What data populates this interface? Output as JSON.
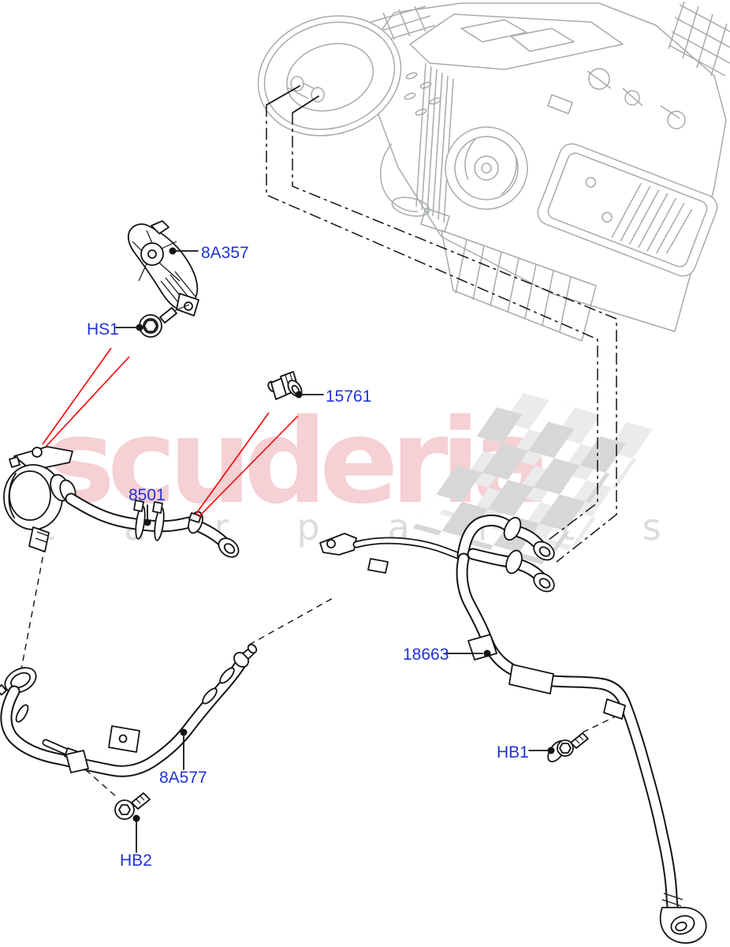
{
  "watermark": {
    "brand": "scuderia",
    "subtitle": "carparts",
    "brand_color": "#f5d0d4",
    "subtitle_color": "#dcdcdc",
    "flag_front_color": "#d7d7d7",
    "flag_back_color": "#ebebeb"
  },
  "diagram": {
    "part_labels": [
      {
        "code": "8A357"
      },
      {
        "code": "HS1"
      },
      {
        "code": "15761"
      },
      {
        "code": "8501"
      },
      {
        "code": "18663"
      },
      {
        "code": "8A577"
      },
      {
        "code": "HB2"
      },
      {
        "code": "HB1"
      }
    ],
    "label_color": "#2033d6",
    "callout_color": "#ff0000",
    "part_line_color": "#141414",
    "unit_line_color": "#a6aaad"
  }
}
